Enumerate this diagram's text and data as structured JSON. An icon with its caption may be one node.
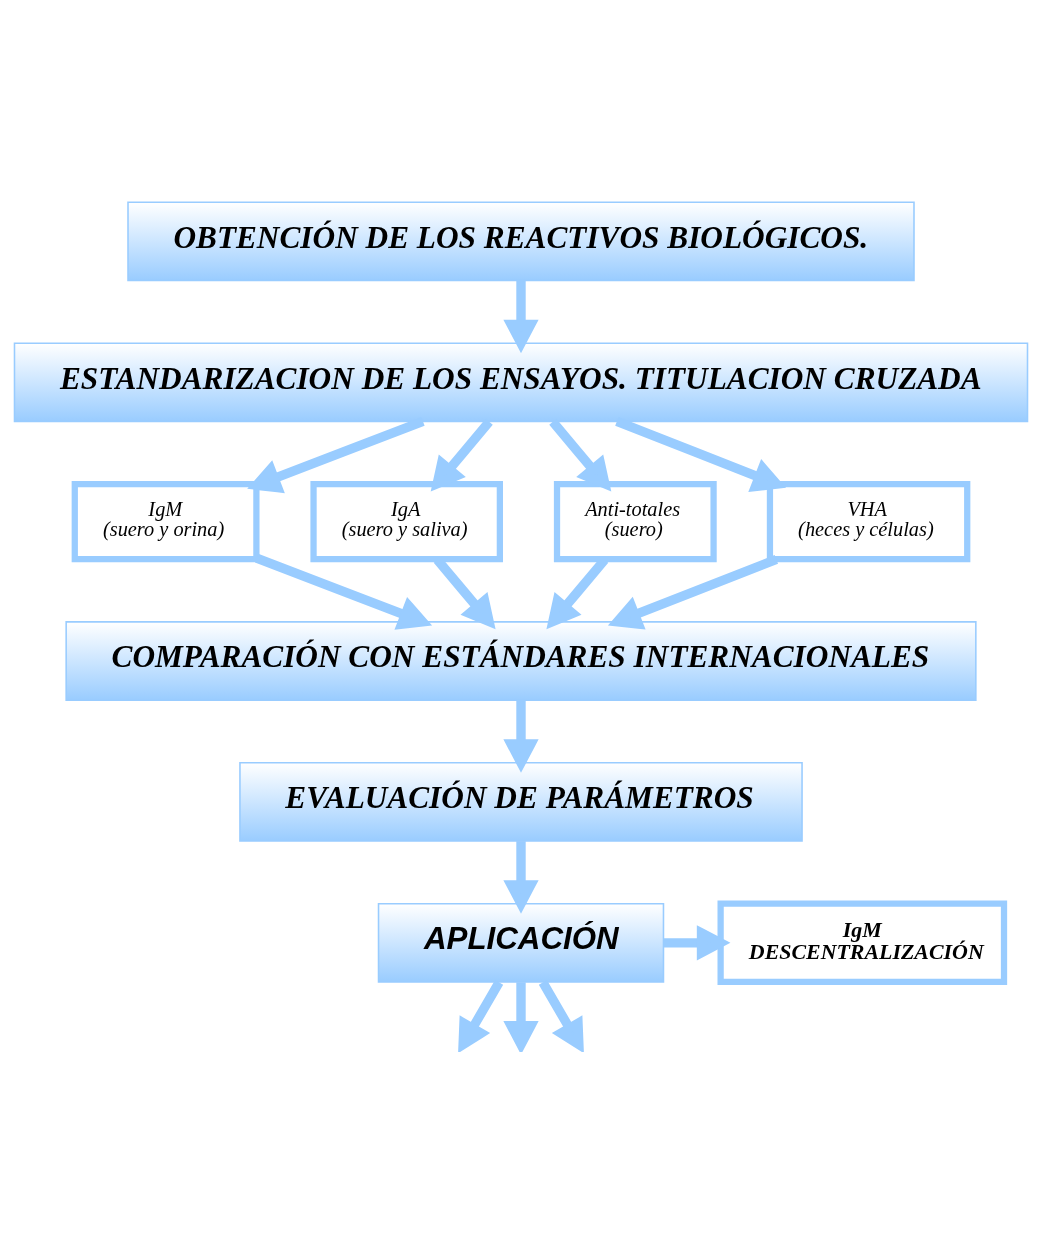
{
  "diagram": {
    "nodes": [
      {
        "text": [
          "OBTENCIÓN DE LOS REACTIVOS BIOLÓGICOS."
        ]
      },
      {
        "text": [
          "ESTANDARIZACION DE LOS ENSAYOS. TITULACION CRUZADA"
        ]
      },
      {
        "text": [
          "IgM",
          "(suero y orina)"
        ]
      },
      {
        "text": [
          "IgA",
          "(suero y saliva)"
        ]
      },
      {
        "text": [
          "Anti-totales",
          "(suero)"
        ]
      },
      {
        "text": [
          "VHA",
          "(heces y células)"
        ]
      },
      {
        "text": [
          "COMPARACIÓN CON ESTÁNDARES INTERNACIONALES"
        ]
      },
      {
        "text": [
          "EVALUACIÓN DE PARÁMETROS"
        ]
      },
      {
        "text": [
          "APLICACIÓN"
        ]
      },
      {
        "text": [
          "IgM",
          "DESCENTRALIZACIÓN"
        ]
      }
    ],
    "edges": [
      {
        "from": 0,
        "to": 1,
        "arrow": "to"
      },
      {
        "from": 1,
        "to": 2,
        "arrow": "to"
      },
      {
        "from": 1,
        "to": 3,
        "arrow": "to"
      },
      {
        "from": 1,
        "to": 4,
        "arrow": "to"
      },
      {
        "from": 1,
        "to": 5,
        "arrow": "to"
      },
      {
        "from": 2,
        "to": 6,
        "arrow": "to"
      },
      {
        "from": 3,
        "to": 6,
        "arrow": "to"
      },
      {
        "from": 4,
        "to": 6,
        "arrow": "to"
      },
      {
        "from": 5,
        "to": 6,
        "arrow": "to"
      },
      {
        "from": 6,
        "to": 7,
        "arrow": "to"
      },
      {
        "from": 7,
        "to": 8,
        "arrow": "to"
      },
      {
        "from": 8,
        "to": 9,
        "arrow": "to"
      },
      {
        "from": 8,
        "to": null,
        "arrow": "to"
      },
      {
        "from": 8,
        "to": null,
        "arrow": "to"
      },
      {
        "from": 8,
        "to": null,
        "arrow": "to"
      }
    ]
  }
}
